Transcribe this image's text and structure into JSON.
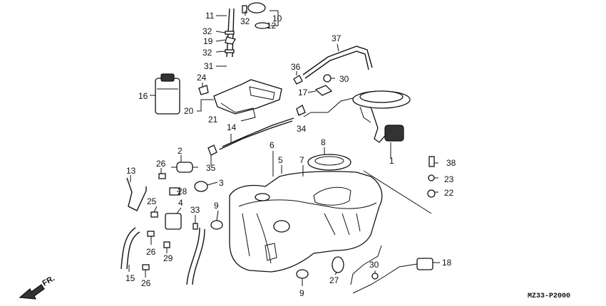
{
  "diagram_code": "MZ33-P2000",
  "direction_label": "FR.",
  "callouts": [
    "11",
    "10",
    "32",
    "12",
    "32",
    "19",
    "37",
    "32",
    "31",
    "36",
    "30",
    "24",
    "16",
    "17",
    "20",
    "21",
    "34",
    "14",
    "8",
    "6",
    "5",
    "7",
    "2",
    "1",
    "38",
    "26",
    "35",
    "3",
    "23",
    "13",
    "28",
    "22",
    "4",
    "33",
    "25",
    "9",
    "26",
    "29",
    "18",
    "15",
    "30",
    "27",
    "26",
    "9"
  ]
}
